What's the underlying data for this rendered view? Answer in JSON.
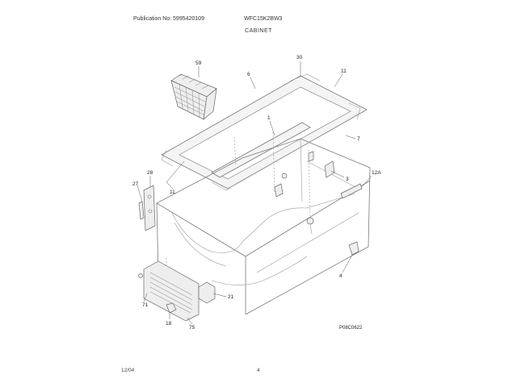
{
  "header": {
    "publication": "Publication No: 5995420109",
    "model": "WFC15K2BW3",
    "title": "CABINET"
  },
  "footer": {
    "date": "12/04",
    "page": "4"
  },
  "diagram": {
    "code": "P08C0622",
    "callouts": {
      "c59": "59",
      "c30": "30",
      "c6": "6",
      "c11a": "11",
      "c1": "1",
      "c7": "7",
      "c3": "3",
      "c12a": "12A",
      "c28": "28",
      "c27": "27",
      "c11b": "11",
      "c4": "4",
      "c21": "21",
      "c71": "71",
      "c18": "18",
      "c75": "75"
    }
  }
}
